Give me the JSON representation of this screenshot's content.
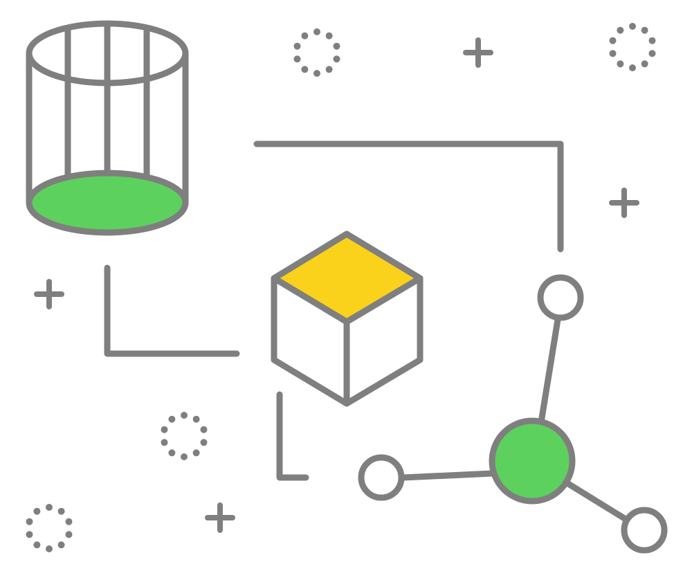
{
  "colors": {
    "stroke": "#7f7f7f",
    "green": "#5dd15d",
    "yellow": "#fad11b",
    "background": "#ffffff"
  },
  "elements": [
    "cylinder-cage-icon",
    "cube-icon",
    "molecule-network-icon",
    "connector-lines",
    "plus-sparkle-icons",
    "dotted-circle-icons"
  ]
}
